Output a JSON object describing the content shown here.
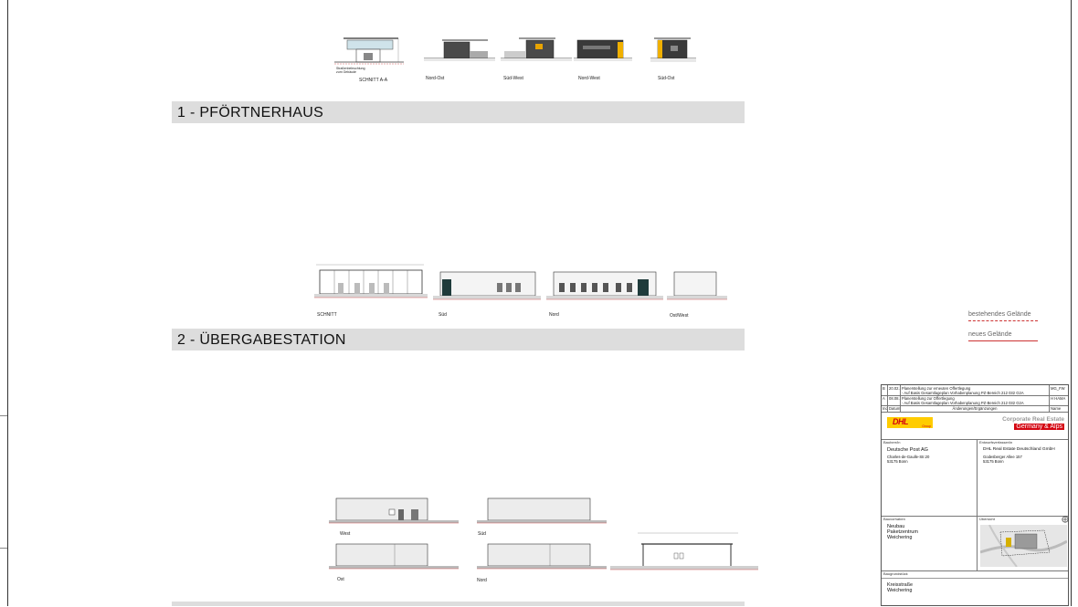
{
  "section1": {
    "title": "1 - PFÖRTNERHAUS",
    "views": [
      "SCHNITT A-A",
      "Nord-Ost",
      "Süd-West",
      "Nord-West",
      "Süd-Ost"
    ],
    "annotation": "Straßenbeleuchtung zum Gebäude"
  },
  "section2": {
    "title": "2 - ÜBERGABESTATION",
    "views": [
      "SCHNITT",
      "Süd",
      "Nord",
      "Ost/West"
    ]
  },
  "section3": {
    "views": [
      "West",
      "Süd",
      "Ost",
      "Nord"
    ]
  },
  "legend": {
    "existing": "bestehendes Gelände",
    "new": "neues Gelände",
    "existing_color": "#cc3333",
    "new_color": "#cc3333"
  },
  "titleblock": {
    "revisions": [
      {
        "index": "B",
        "date": "20.02.24",
        "text1": "Planerstellung zur erneuten Offertlegung",
        "text2": "- Auf Basis Gesamtlageplan Vorhabenplanung PZ-Bereich 212 032 G2A",
        "name": "MG_FW"
      },
      {
        "index": "A",
        "date": "08.08.23",
        "text1": "Planerstellung zur Offertlegung",
        "text2": "- Auf Basis Gesamtlageplan Vorhabenplanung PZ-Bereich 212 032 G2A",
        "name": "H HAMA"
      }
    ],
    "header": {
      "index": "Index",
      "date": "Datum",
      "changes": "Änderungen/Ergänzungen",
      "name": "Name"
    },
    "logo_text": "DHL",
    "logo_sub": "Group",
    "cre_line1": "Corporate Real Estate",
    "cre_line2": "Germany & Alps",
    "bauherr_label": "Bauherr/in",
    "bauherr_name": "Deutsche Post AG",
    "bauherr_street": "Charles-de-Gaulle-Str.20",
    "bauherr_city": "53175 Bonn",
    "entwurf_label": "Entwurfsverfasser/in",
    "entwurf_name": "DHL Real Estate Deutschland GmbH",
    "entwurf_street": "Godesberger Allee 157",
    "entwurf_city": "53175 Bonn",
    "vorhaben_label": "Bauvorhaben",
    "vorhaben_1": "Neubau",
    "vorhaben_2": "Paketzentrum",
    "vorhaben_3": "Weichering",
    "uebersicht_label": "Übersicht",
    "grundstueck_label": "Baugrundstück",
    "grundstueck_1": "Kreisstraße",
    "grundstueck_2": "Weichering"
  }
}
